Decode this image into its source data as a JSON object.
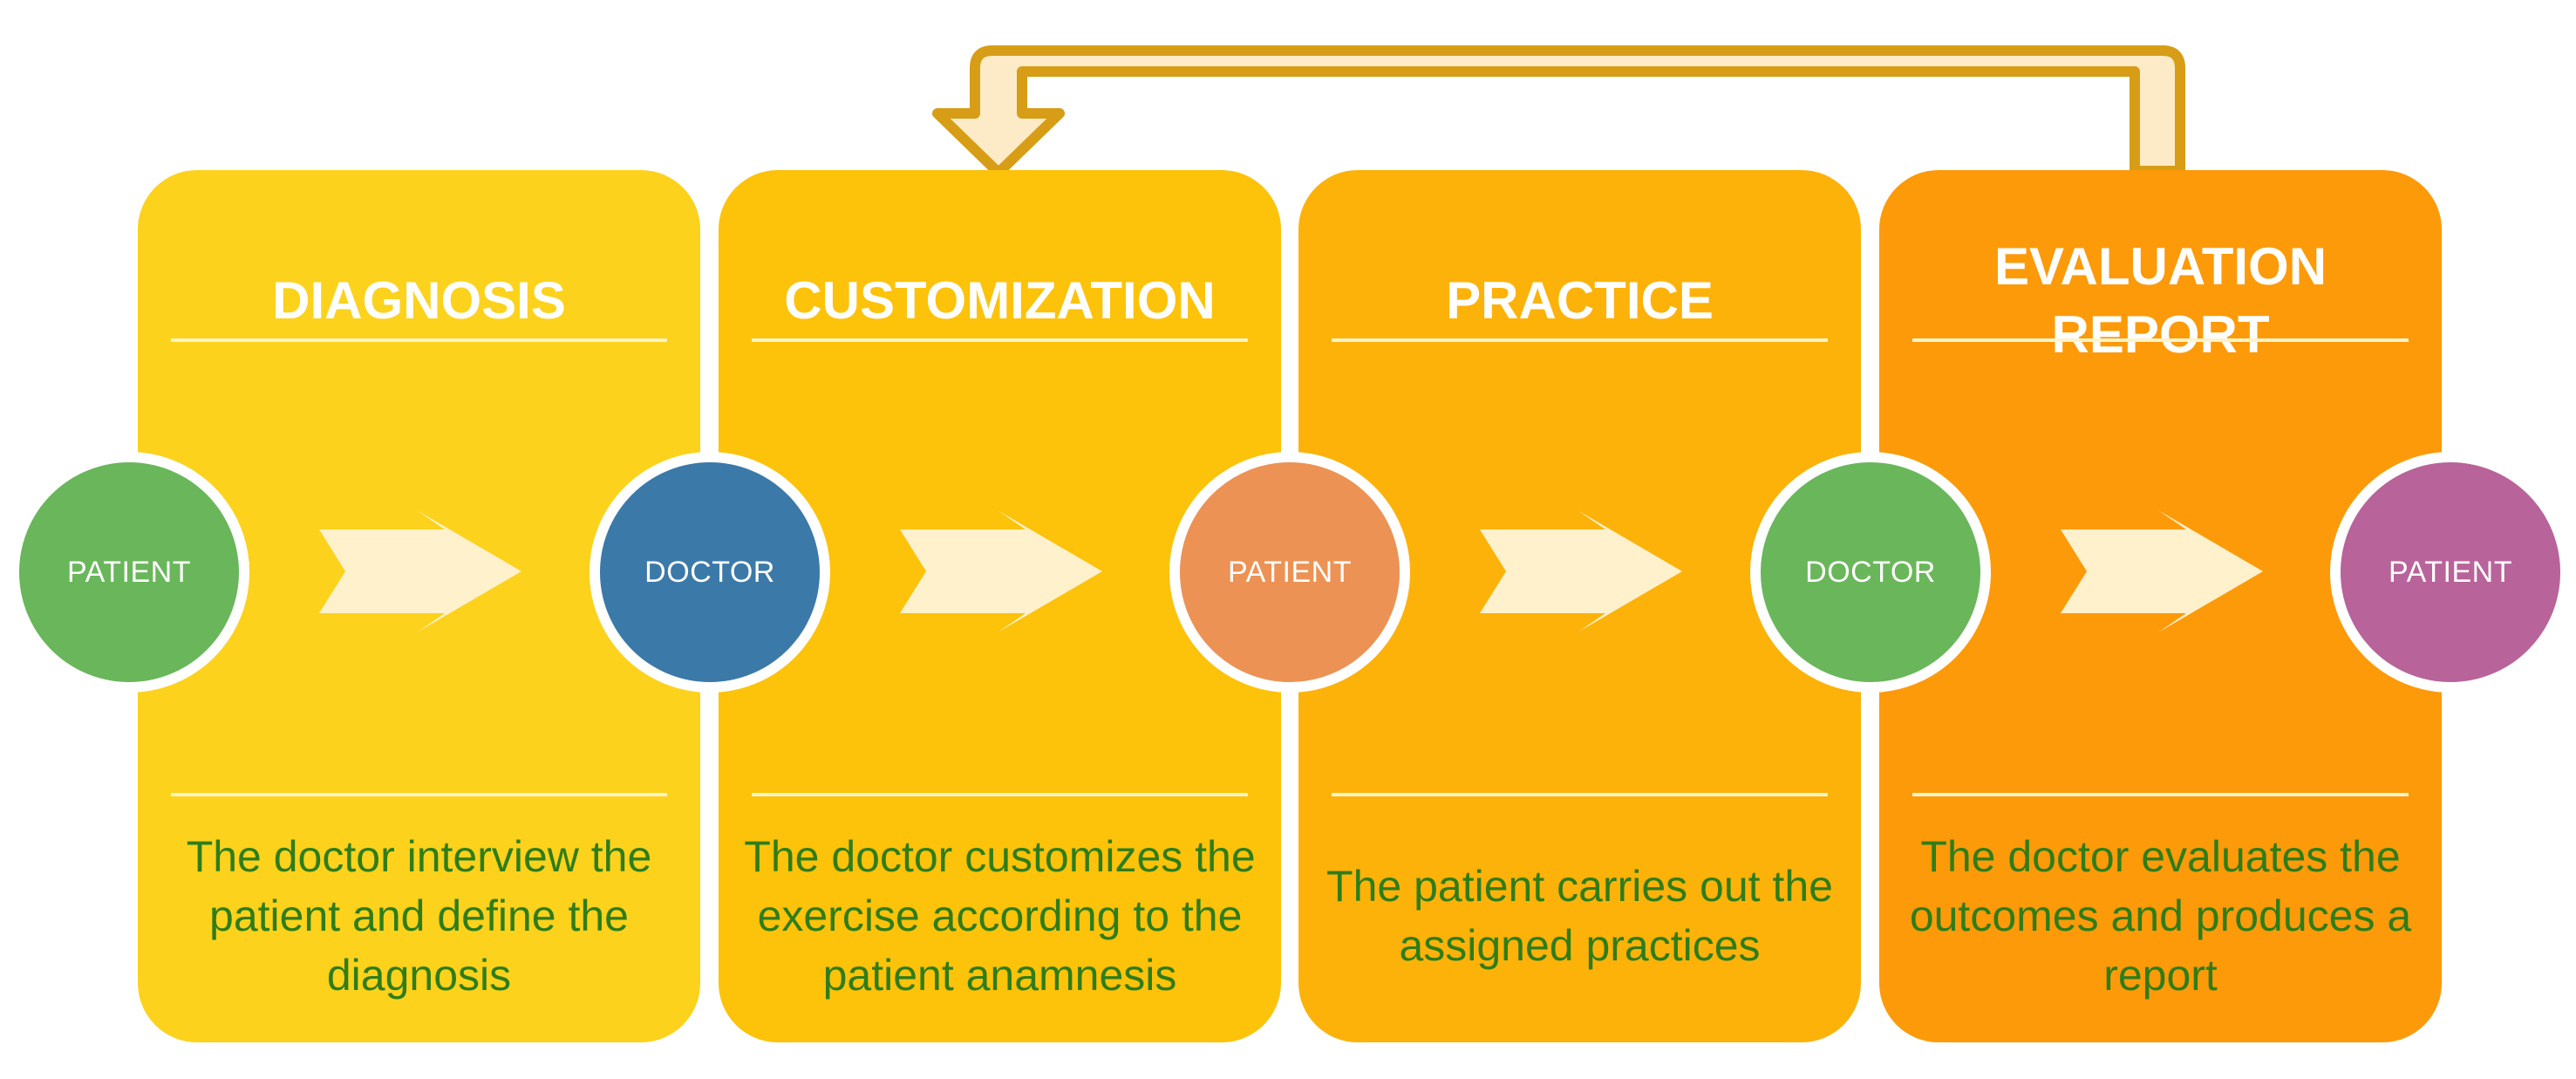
{
  "stages": [
    {
      "title": "DIAGNOSIS",
      "description": "The doctor interview the patient and define the diagnosis",
      "color": "#fcd21c"
    },
    {
      "title": "CUSTOMIZATION",
      "description": "The doctor customizes the exercise according to the patient anamnesis",
      "color": "#fdc20a"
    },
    {
      "title": "PRACTICE",
      "description": "The patient carries out the assigned practices",
      "color": "#fdb20a"
    },
    {
      "title": "EVALUATION\nREPORT",
      "description": "The doctor evaluates the outcomes and produces a report",
      "color": "#fd9a0a"
    }
  ],
  "roles": [
    {
      "label": "PATIENT",
      "color": "#6ab65b"
    },
    {
      "label": "DOCTOR",
      "color": "#3b79a8"
    },
    {
      "label": "PATIENT",
      "color": "#ec9254"
    },
    {
      "label": "DOCTOR",
      "color": "#6ab65b"
    },
    {
      "label": "PATIENT",
      "color": "#b8639a"
    }
  ],
  "colors": {
    "title_text": "#ffffff",
    "description_text": "#2e7d18",
    "flow_arrow": "#fff1cc",
    "loop_arrow_outline": "#d79d16",
    "loop_arrow_fill": "#fdebc8"
  },
  "icons": {
    "flow_arrow": "right-arrow-icon",
    "feedback_arrow": "loop-back-arrow-icon"
  }
}
